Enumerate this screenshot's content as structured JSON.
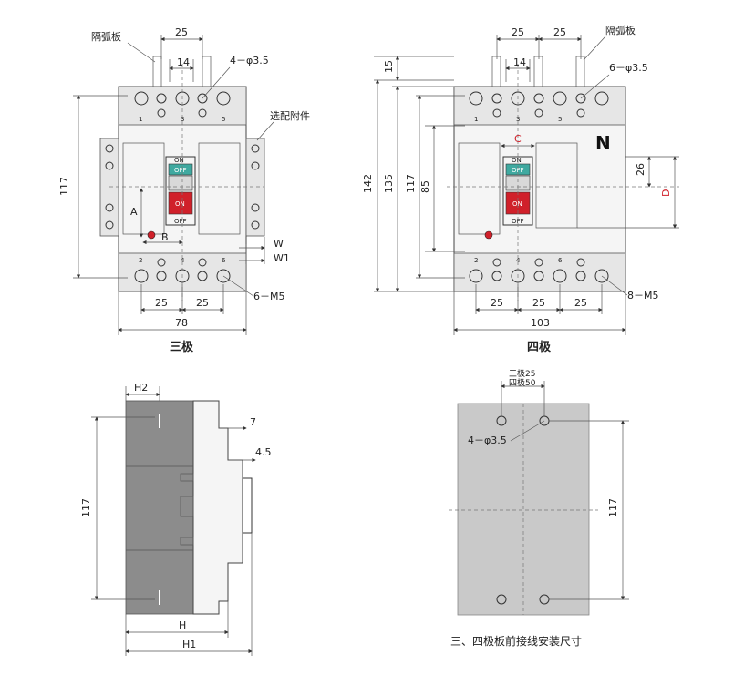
{
  "three_pole": {
    "caption": "三极",
    "label_arc_plate": "隔弧板",
    "label_accessory": "选配附件",
    "dim_25_top": "25",
    "dim_14": "14",
    "hole_spec": "4－φ3.5",
    "screw_spec": "6－M5",
    "dim_117": "117",
    "dim_78": "78",
    "dim_25_bottom_a": "25",
    "dim_25_bottom_b": "25",
    "label_a": "A",
    "label_b": "B",
    "label_w": "W",
    "label_w1": "W1",
    "terminal_top": [
      "1",
      "3",
      "5"
    ],
    "terminal_bottom": [
      "2",
      "4",
      "6"
    ],
    "switch_on_top": "ON",
    "switch_off_mid": "OFF",
    "switch_on_red": "ON",
    "switch_off_bottom": "OFF"
  },
  "four_pole": {
    "caption": "四极",
    "label_arc_plate": "隔弧板",
    "dim_25_top_a": "25",
    "dim_25_top_b": "25",
    "dim_14": "14",
    "hole_spec": "6－φ3.5",
    "screw_spec": "8－M5",
    "dim_15": "15",
    "dim_142": "142",
    "dim_135": "135",
    "dim_117": "117",
    "dim_85": "85",
    "dim_26": "26",
    "label_c": "C",
    "label_d": "D",
    "label_n": "N",
    "dim_25_bottom_a": "25",
    "dim_25_bottom_b": "25",
    "dim_25_bottom_c": "25",
    "dim_103": "103",
    "terminal_top": [
      "1",
      "3",
      "5"
    ],
    "terminal_bottom": [
      "2",
      "4",
      "6"
    ],
    "switch_on_top": "ON",
    "switch_off_mid": "OFF",
    "switch_on_red": "ON",
    "switch_off_bottom": "OFF"
  },
  "side_view": {
    "label_h2": "H2",
    "label_h": "H",
    "label_h1": "H1",
    "dim_117": "117",
    "dim_7": "7",
    "dim_4_5": "4.5"
  },
  "mounting_plate": {
    "caption": "三、四极板前接线安装尺寸",
    "spacing_three": "三极25",
    "spacing_four": "四极50",
    "hole_spec": "4－φ3.5",
    "dim_117": "117"
  },
  "colors": {
    "accent_red": "#d0202a",
    "teal": "#3fa9a0",
    "plate_grey": "#c9c9c9",
    "body_dark": "#8c8c8c"
  }
}
